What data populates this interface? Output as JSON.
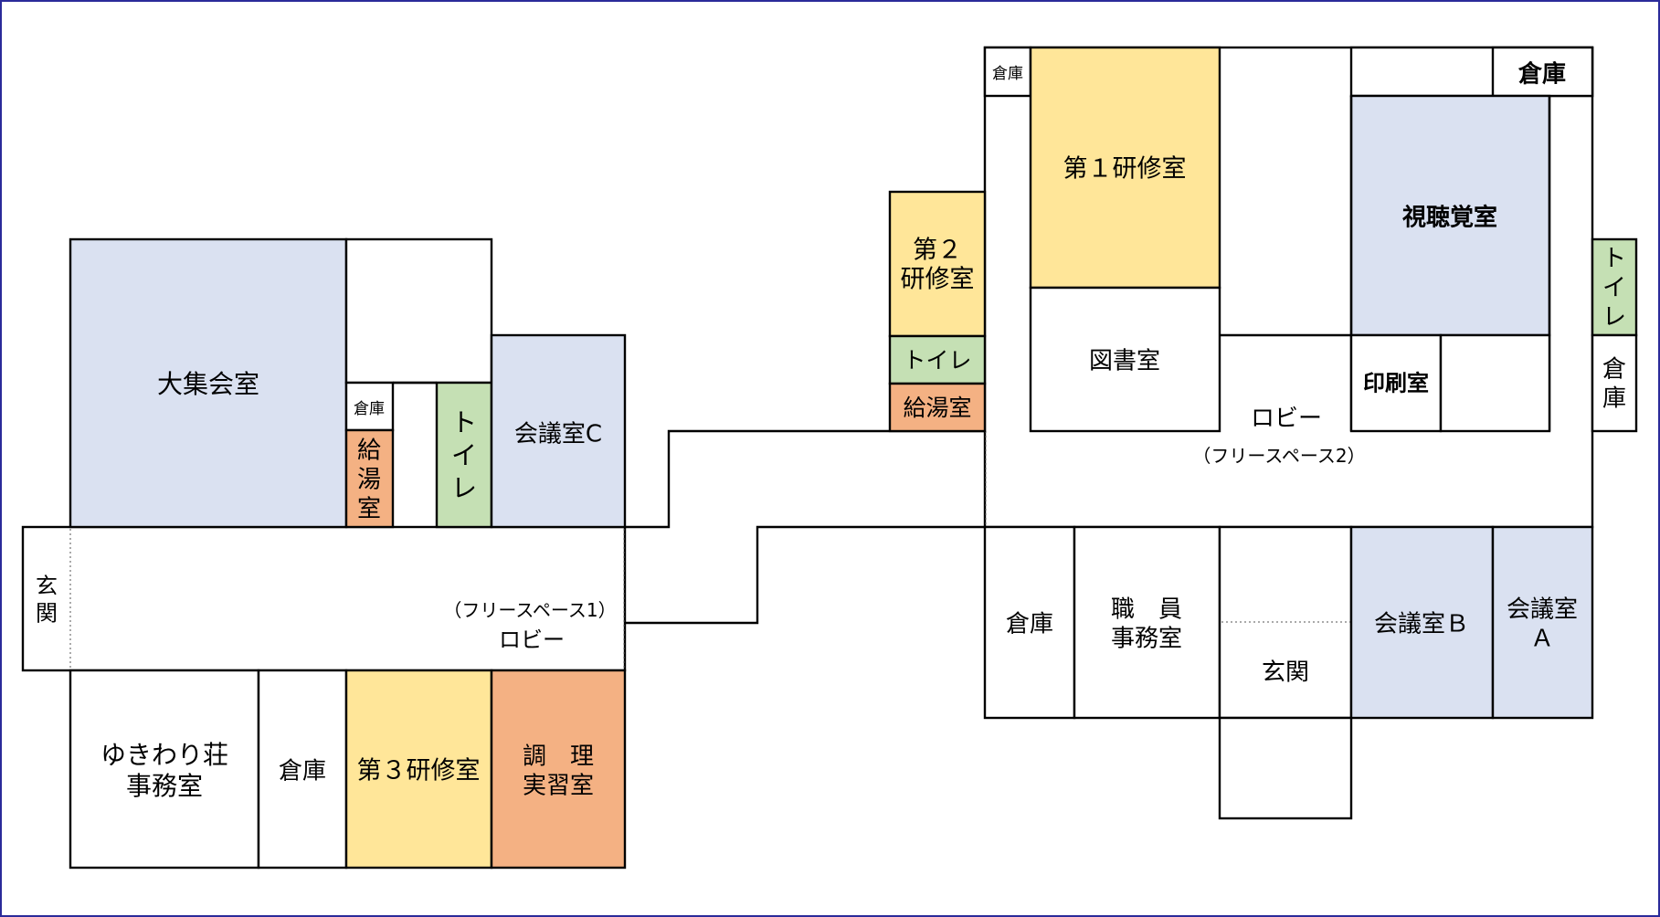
{
  "colors": {
    "blue": "#dae1f1",
    "yellow": "#ffe699",
    "green": "#c5e0b4",
    "orange": "#f4b183",
    "white": "#ffffff",
    "border": "#000000",
    "frame": "#2b2b9a"
  },
  "rooms": {
    "daishukaishitsu": "大集会室",
    "souko_small_1": "倉庫",
    "kyuutoushitsu_1": "給\n湯\n室",
    "toilet_1": "ト\nイ\nレ",
    "kaigishitsu_c": "会議室C",
    "genkan_west": "玄\n関",
    "freespace1": "（フリースペース1）",
    "lobby1": "ロビー",
    "yukiwari_office": "ゆきわり荘\n事務室",
    "souko_2": "倉庫",
    "dai3_kenshu": "第３研修室",
    "chouri": "調　理\n実習室",
    "dai2_kenshu": "第２\n研修室",
    "toilet_2": "トイレ",
    "kyuutoushitsu_2": "給湯室",
    "souko_small_2": "倉庫",
    "dai1_kenshu": "第１研修室",
    "toshoshitsu": "図書室",
    "lobby2": "ロビー",
    "freespace2": "（フリースペース2）",
    "souko_3": "倉庫",
    "shichoukaku": "視聴覚室",
    "insatsu": "印刷室",
    "toilet_3": "ト\nイ\nレ",
    "souko_4": "倉\n庫",
    "souko_5": "倉庫",
    "shokuin_office": "職　員\n事務室",
    "genkan_east": "玄関",
    "kaigishitsu_b": "会議室Ｂ",
    "kaigishitsu_a": "会議室\nＡ"
  }
}
